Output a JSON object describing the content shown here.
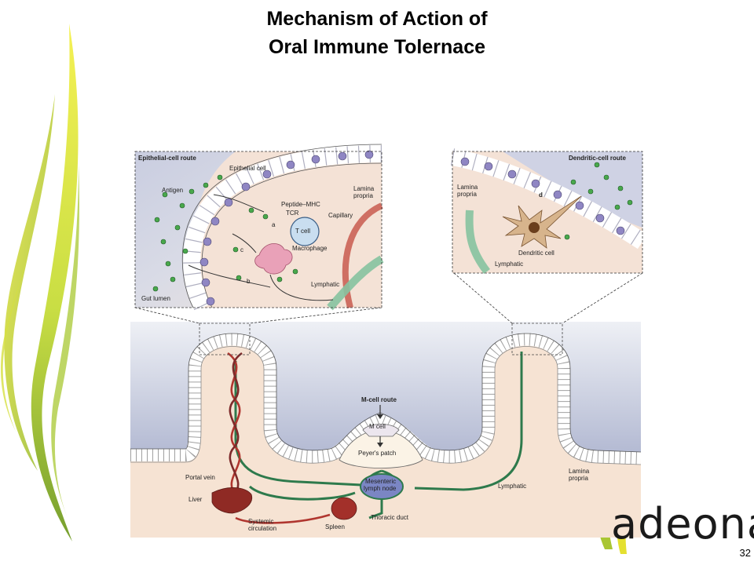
{
  "slide": {
    "title_line1": "Mechanism of Action of",
    "title_line2": "Oral Immune Tolernace",
    "page_number": "32"
  },
  "brand": {
    "name": "adeona"
  },
  "colors": {
    "accent_green": "#8fb82a",
    "accent_yellow": "#e6e22a",
    "gut_lumen": "#c4c9dd",
    "lamina": "#f6e6d6",
    "lymphatic": "#2e7a4c",
    "blood": "#b03a33"
  },
  "inset_epithelial": {
    "heading": "Epithelial-cell route",
    "labels": {
      "epithelial_cell": "Epithelial cell",
      "antigen": "Antigen",
      "lamina_propria_1": "Lamina",
      "lamina_propria_2": "propria",
      "peptide_mhc": "Peptide–MHC",
      "tcr": "TCR",
      "capillary": "Capillary",
      "t_cell": "T cell",
      "macrophage": "Macrophage",
      "lymphatic": "Lymphatic",
      "gut_lumen": "Gut lumen",
      "a": "a",
      "b": "b",
      "c": "c"
    }
  },
  "inset_dendritic": {
    "heading": "Dendritic-cell route",
    "labels": {
      "lamina_propria_1": "Lamina",
      "lamina_propria_2": "propria",
      "d": "d",
      "dendritic_cell": "Dendritic cell",
      "lymphatic": "Lymphatic"
    }
  },
  "main_diagram": {
    "labels": {
      "m_cell_route": "M-cell route",
      "m_cell": "M cell",
      "peyers_patch": "Peyer's patch",
      "portal_vein": "Portal vein",
      "liver": "Liver",
      "mesenteric_1": "Mesenteric",
      "mesenteric_2": "lymph node",
      "systemic_1": "Systemic",
      "systemic_2": "circulation",
      "spleen": "Spleen",
      "thoracic_duct": "Thoracic duct",
      "lymphatic": "Lymphatic",
      "lamina_propria_1": "Lamina",
      "lamina_propria_2": "propria"
    }
  }
}
